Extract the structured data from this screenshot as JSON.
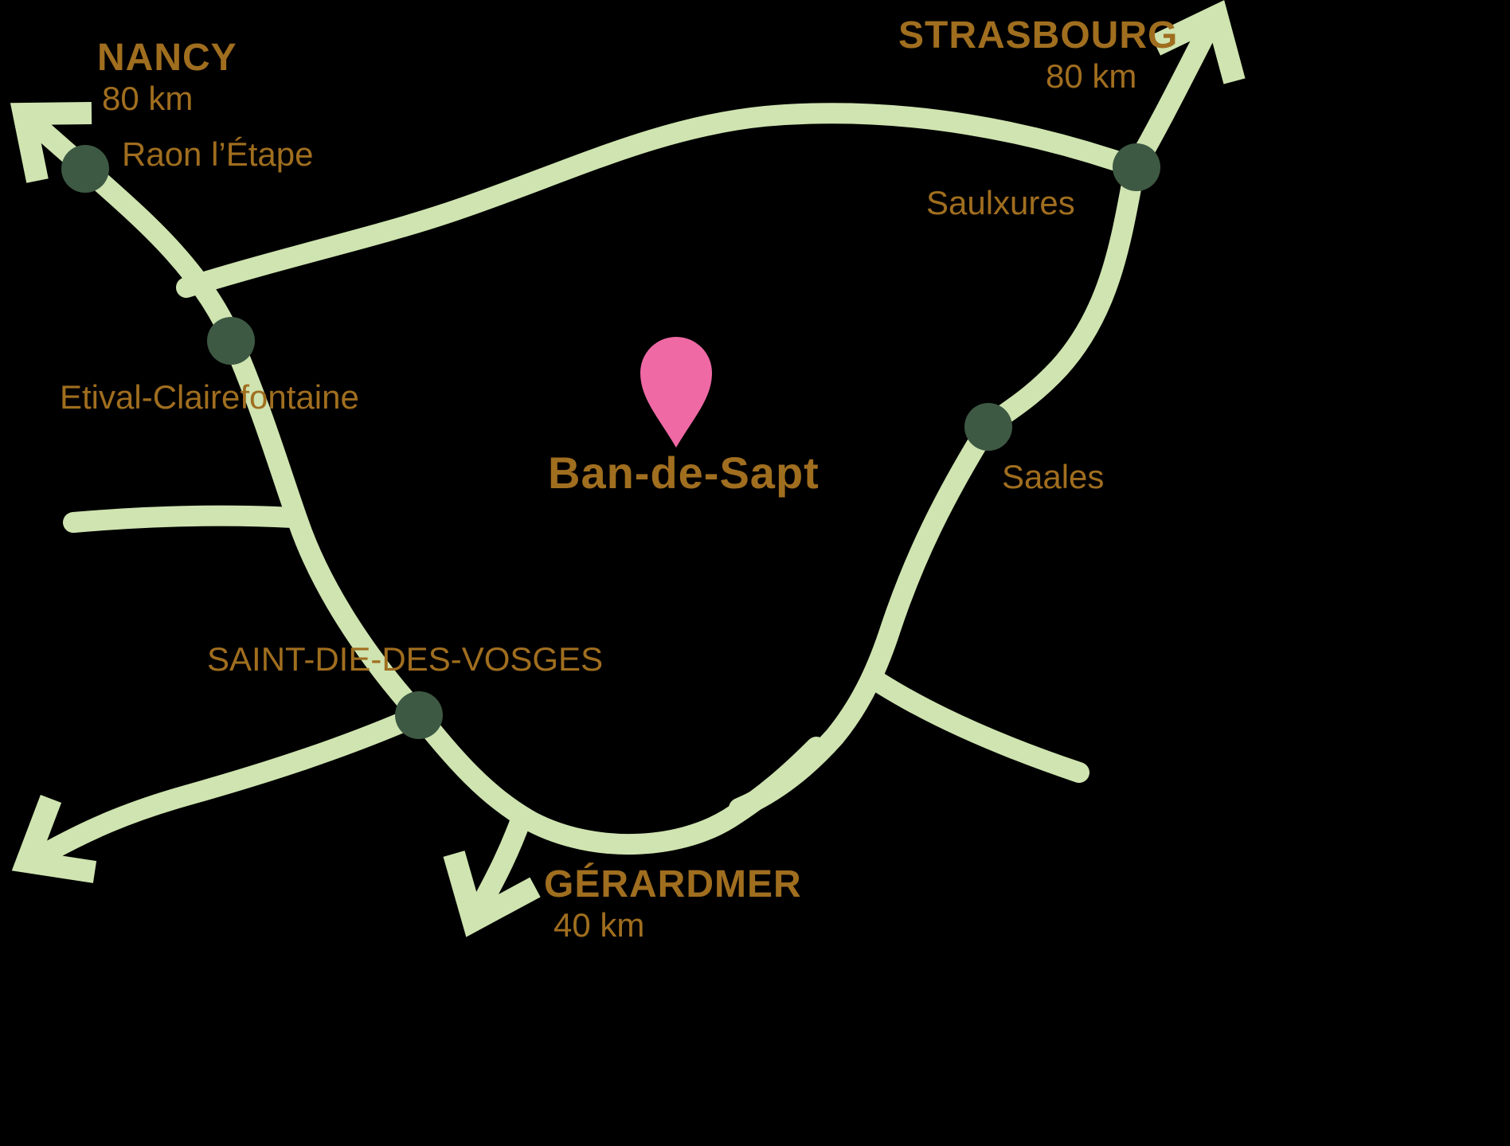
{
  "colors": {
    "background": "#000000",
    "road": "#cfe4b0",
    "town_dot": "#3d5943",
    "label": "#a06e1f",
    "pin": "#ef69a5"
  },
  "labels": {
    "nancy": {
      "name": "NANCY",
      "distance": "80 km"
    },
    "strasbourg": {
      "name": "STRASBOURG",
      "distance": "80 km"
    },
    "gerardmer": {
      "name": "GÉRARDMER",
      "distance": "40 km"
    },
    "raon": "Raon l’Étape",
    "saulxures": "Saulxures",
    "etival": "Etival-Clairefontaine",
    "saales": "Saales",
    "saint_die": "SAINT-DIE-DES-VOSGES",
    "ban_de_sapt": "Ban-de-Sapt"
  }
}
